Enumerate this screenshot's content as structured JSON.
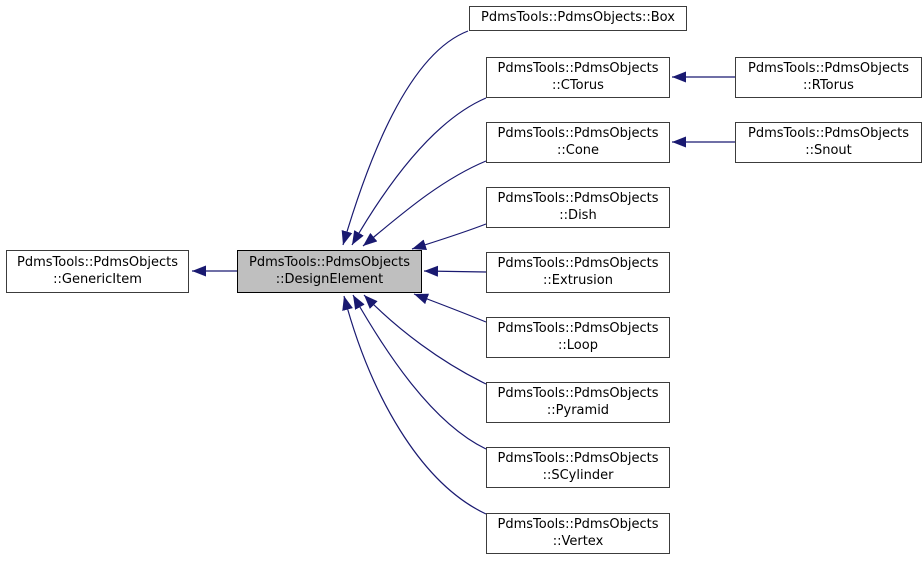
{
  "diagram": {
    "kind": "class-inheritance-graph",
    "relation_meaning": "arrow points from derived class to its base class"
  },
  "colors": {
    "edge": "#191970",
    "node_fill": "#ffffff",
    "node_border": "#3c3c3c",
    "current_node_fill": "#bfbfbf",
    "current_node_border": "#000000",
    "background": "#ffffff",
    "text": "#000000"
  },
  "nodes": [
    {
      "id": "generic-item",
      "line1": "PdmsTools::PdmsObjects",
      "line2": "::GenericItem",
      "current": false
    },
    {
      "id": "design-element",
      "line1": "PdmsTools::PdmsObjects",
      "line2": "::DesignElement",
      "current": true
    },
    {
      "id": "box",
      "line1": "PdmsTools::PdmsObjects::Box",
      "line2": "",
      "current": false
    },
    {
      "id": "ctorus",
      "line1": "PdmsTools::PdmsObjects",
      "line2": "::CTorus",
      "current": false
    },
    {
      "id": "rtorus",
      "line1": "PdmsTools::PdmsObjects",
      "line2": "::RTorus",
      "current": false
    },
    {
      "id": "cone",
      "line1": "PdmsTools::PdmsObjects",
      "line2": "::Cone",
      "current": false
    },
    {
      "id": "snout",
      "line1": "PdmsTools::PdmsObjects",
      "line2": "::Snout",
      "current": false
    },
    {
      "id": "dish",
      "line1": "PdmsTools::PdmsObjects",
      "line2": "::Dish",
      "current": false
    },
    {
      "id": "extrusion",
      "line1": "PdmsTools::PdmsObjects",
      "line2": "::Extrusion",
      "current": false
    },
    {
      "id": "loop",
      "line1": "PdmsTools::PdmsObjects",
      "line2": "::Loop",
      "current": false
    },
    {
      "id": "pyramid",
      "line1": "PdmsTools::PdmsObjects",
      "line2": "::Pyramid",
      "current": false
    },
    {
      "id": "scylinder",
      "line1": "PdmsTools::PdmsObjects",
      "line2": "::SCylinder",
      "current": false
    },
    {
      "id": "vertex",
      "line1": "PdmsTools::PdmsObjects",
      "line2": "::Vertex",
      "current": false
    }
  ],
  "edges": [
    {
      "from": "design-element",
      "to": "generic-item",
      "relation": "inherits"
    },
    {
      "from": "box",
      "to": "design-element",
      "relation": "inherits"
    },
    {
      "from": "ctorus",
      "to": "design-element",
      "relation": "inherits"
    },
    {
      "from": "cone",
      "to": "design-element",
      "relation": "inherits"
    },
    {
      "from": "dish",
      "to": "design-element",
      "relation": "inherits"
    },
    {
      "from": "extrusion",
      "to": "design-element",
      "relation": "inherits"
    },
    {
      "from": "loop",
      "to": "design-element",
      "relation": "inherits"
    },
    {
      "from": "pyramid",
      "to": "design-element",
      "relation": "inherits"
    },
    {
      "from": "scylinder",
      "to": "design-element",
      "relation": "inherits"
    },
    {
      "from": "vertex",
      "to": "design-element",
      "relation": "inherits"
    },
    {
      "from": "rtorus",
      "to": "ctorus",
      "relation": "inherits"
    },
    {
      "from": "snout",
      "to": "cone",
      "relation": "inherits"
    }
  ]
}
